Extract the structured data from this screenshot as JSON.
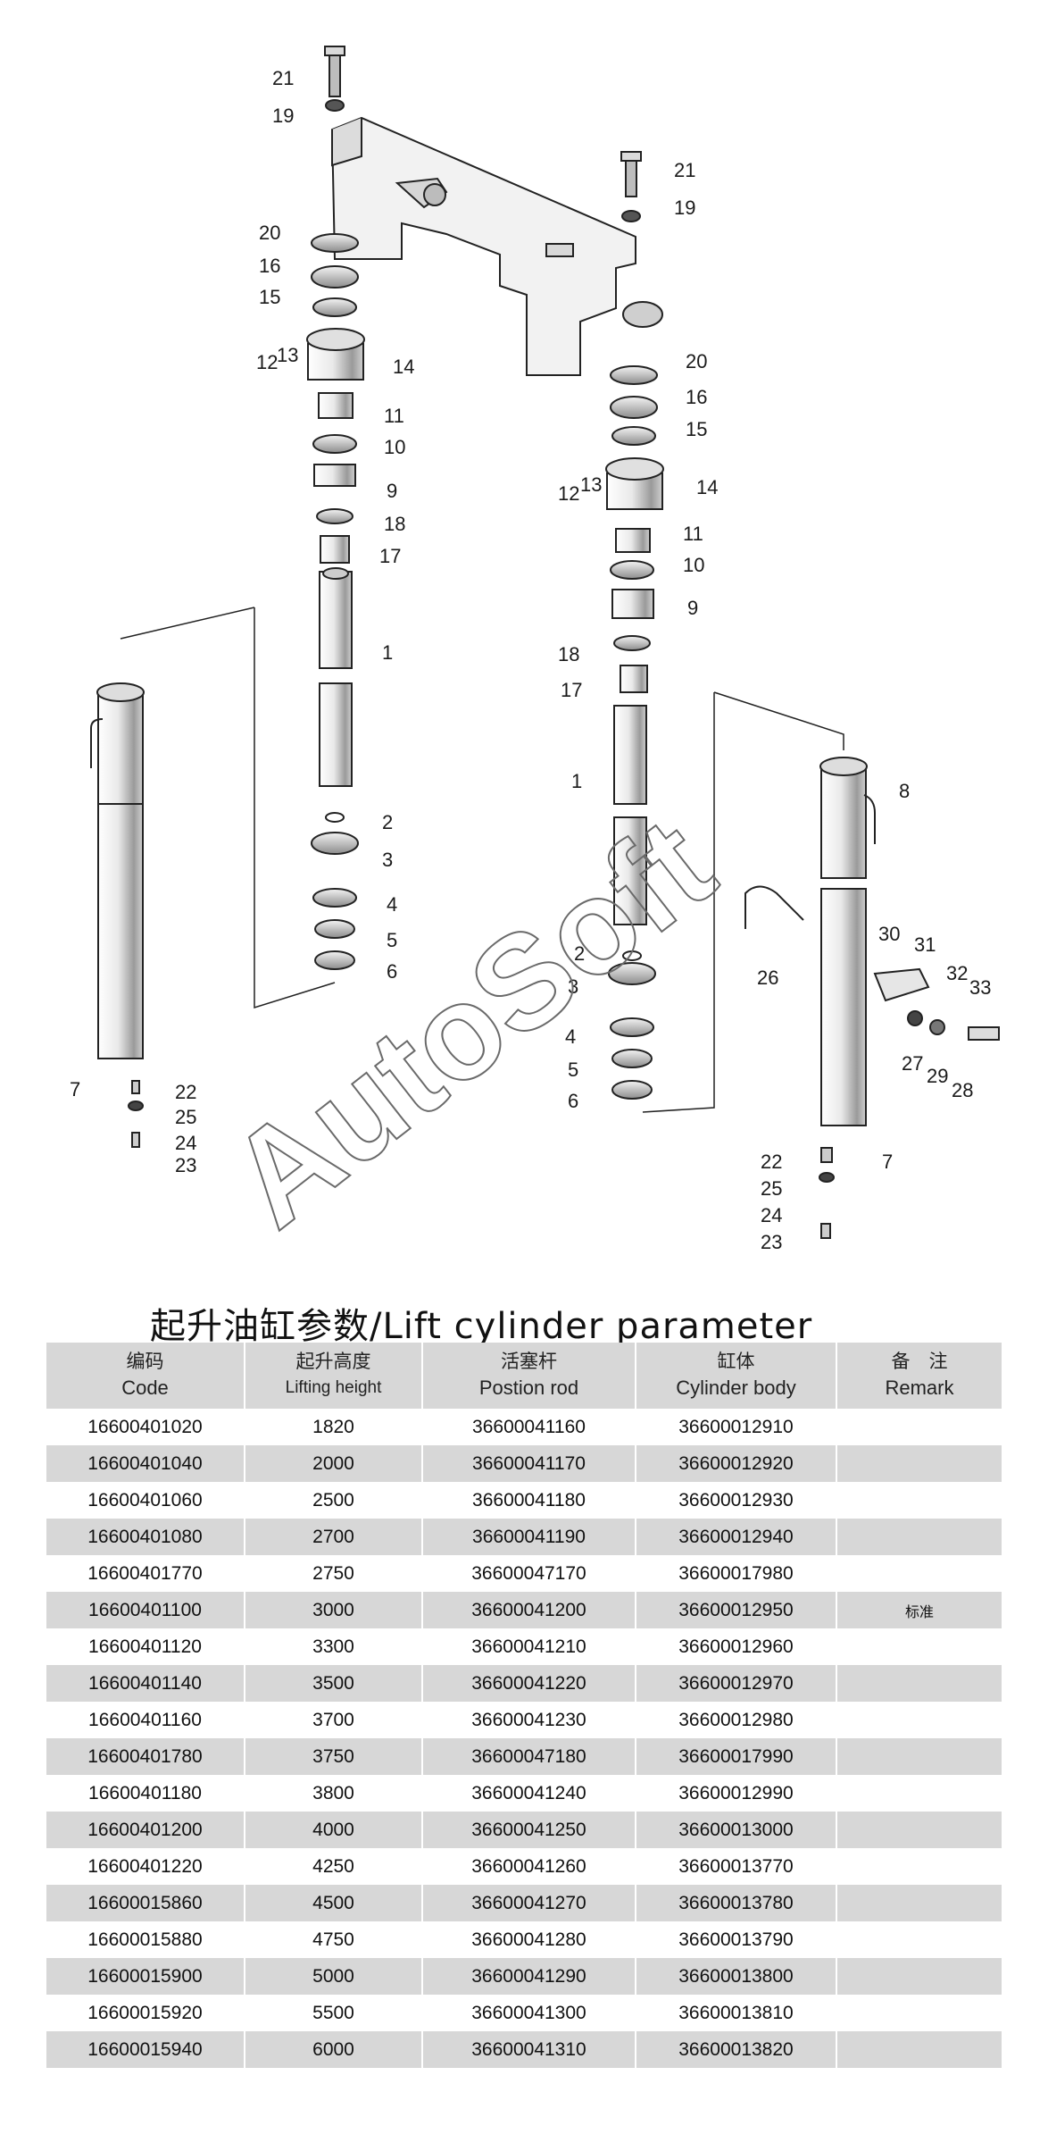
{
  "diagram": {
    "watermark": "AutoSoft",
    "callouts_left": [
      "21",
      "19",
      "20",
      "16",
      "15",
      "14",
      "13",
      "12",
      "11",
      "10",
      "9",
      "18",
      "17",
      "1",
      "2",
      "3",
      "4",
      "5",
      "6",
      "7",
      "22",
      "25",
      "24",
      "23"
    ],
    "callouts_right": [
      "21",
      "19",
      "20",
      "16",
      "15",
      "14",
      "13",
      "12",
      "11",
      "10",
      "9",
      "18",
      "17",
      "1",
      "2",
      "3",
      "4",
      "5",
      "6",
      "8",
      "26",
      "30",
      "31",
      "32",
      "33",
      "27",
      "29",
      "28",
      "22",
      "7",
      "25",
      "24",
      "23"
    ]
  },
  "table": {
    "title": "起升油缸参数/Lift cylinder parameter",
    "headers": [
      {
        "cn": "编码",
        "en": "Code"
      },
      {
        "cn": "起升高度",
        "en": "Lifting height"
      },
      {
        "cn": "活塞杆",
        "en": "Postion rod"
      },
      {
        "cn": "缸体",
        "en": "Cylinder body"
      },
      {
        "cn": "备　注",
        "en": "Remark"
      }
    ],
    "rows": [
      [
        "16600401020",
        "1820",
        "36600041160",
        "36600012910",
        ""
      ],
      [
        "16600401040",
        "2000",
        "36600041170",
        "36600012920",
        ""
      ],
      [
        "16600401060",
        "2500",
        "36600041180",
        "36600012930",
        ""
      ],
      [
        "16600401080",
        "2700",
        "36600041190",
        "36600012940",
        ""
      ],
      [
        "16600401770",
        "2750",
        "36600047170",
        "36600017980",
        ""
      ],
      [
        "16600401100",
        "3000",
        "36600041200",
        "36600012950",
        "标准"
      ],
      [
        "16600401120",
        "3300",
        "36600041210",
        "36600012960",
        ""
      ],
      [
        "16600401140",
        "3500",
        "36600041220",
        "36600012970",
        ""
      ],
      [
        "16600401160",
        "3700",
        "36600041230",
        "36600012980",
        ""
      ],
      [
        "16600401780",
        "3750",
        "36600047180",
        "36600017990",
        ""
      ],
      [
        "16600401180",
        "3800",
        "36600041240",
        "36600012990",
        ""
      ],
      [
        "16600401200",
        "4000",
        "36600041250",
        "36600013000",
        ""
      ],
      [
        "16600401220",
        "4250",
        "36600041260",
        "36600013770",
        ""
      ],
      [
        "16600015860",
        "4500",
        "36600041270",
        "36600013780",
        ""
      ],
      [
        "16600015880",
        "4750",
        "36600041280",
        "36600013790",
        ""
      ],
      [
        "16600015900",
        "5000",
        "36600041290",
        "36600013800",
        ""
      ],
      [
        "16600015920",
        "5500",
        "36600041300",
        "36600013810",
        ""
      ],
      [
        "16600015940",
        "6000",
        "36600041310",
        "36600013820",
        ""
      ]
    ]
  }
}
